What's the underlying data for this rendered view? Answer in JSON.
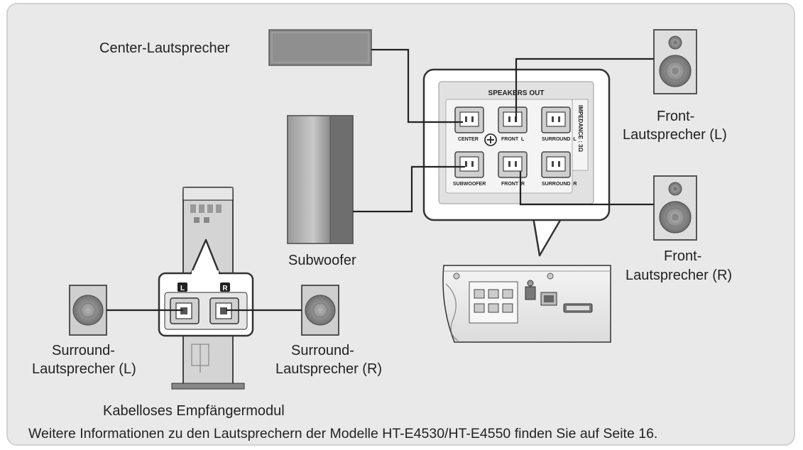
{
  "labels": {
    "center_speaker": "Center-Lautsprecher",
    "front_left": [
      "Front-",
      "Lautsprecher (L)"
    ],
    "front_right": [
      "Front-",
      "Lautsprecher (R)"
    ],
    "subwoofer": "Subwoofer",
    "surround_left": [
      "Surround-",
      "Lautsprecher (L)"
    ],
    "surround_right": [
      "Surround-",
      "Lautsprecher (R)"
    ],
    "receiver_module": "Kabelloses Empfängermodul"
  },
  "panel": {
    "title": "SPEAKERS OUT",
    "impedance": "IMPEDANCE : 3Ω",
    "terminals_top": [
      "CENTER",
      "FRONT  L",
      "SURROUND  L"
    ],
    "terminals_bottom": [
      "SUBWOOFER",
      "FRONT  R",
      "SURROUND  R"
    ]
  },
  "module": {
    "left_tag": "L",
    "right_tag": "R"
  },
  "footnote": "Weitere Informationen zu den Lautsprechern der Modelle HT-E4530/HT-E4550 finden Sie auf Seite 16."
}
